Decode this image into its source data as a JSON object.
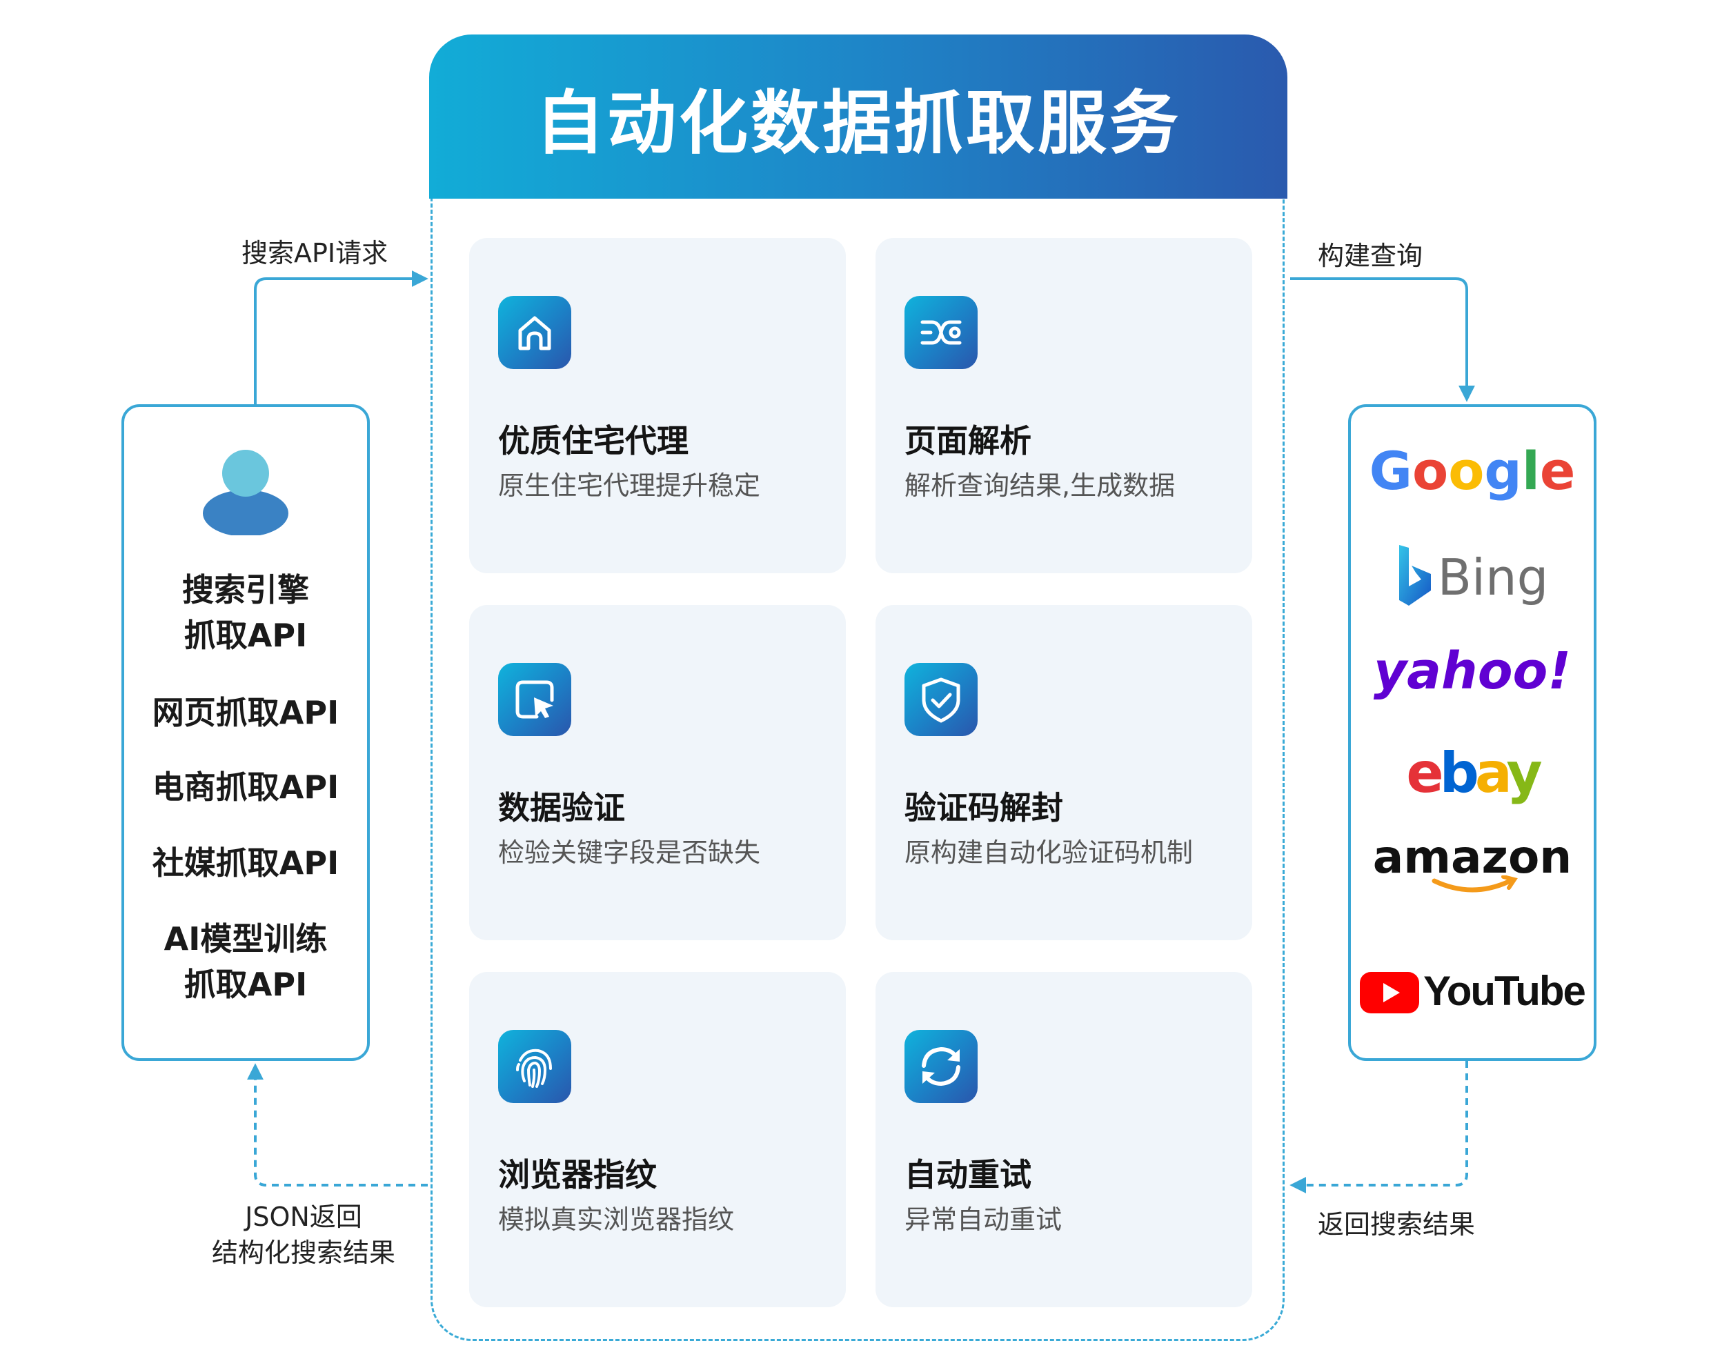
{
  "header": {
    "title": "自动化数据抓取服务"
  },
  "cards": [
    {
      "title": "优质住宅代理",
      "desc": "原生住宅代理提升稳定",
      "icon": "house-icon"
    },
    {
      "title": "页面解析",
      "desc": "解析查询结果,生成数据",
      "icon": "parse-icon"
    },
    {
      "title": "数据验证",
      "desc": "检验关键字段是否缺失",
      "icon": "cursor-select-icon"
    },
    {
      "title": "验证码解封",
      "desc": "原构建自动化验证码机制",
      "icon": "shield-check-icon"
    },
    {
      "title": "浏览器指纹",
      "desc": "模拟真实浏览器指纹",
      "icon": "fingerprint-icon"
    },
    {
      "title": "自动重试",
      "desc": "异常自动重试",
      "icon": "refresh-icon"
    }
  ],
  "left_panel": {
    "icon": "user-icon",
    "items": [
      {
        "line1": "搜索引擎",
        "line2": "抓取API"
      },
      {
        "line1": "网页抓取API"
      },
      {
        "line1": "电商抓取API"
      },
      {
        "line1": "社媒抓取API"
      },
      {
        "line1": "AI模型训练",
        "line2": "抓取API"
      }
    ]
  },
  "right_panel": {
    "logos": [
      "Google",
      "Bing",
      "yahoo!",
      "ebay",
      "amazon",
      "YouTube"
    ]
  },
  "flows": {
    "search_request": "搜索API请求",
    "build_query": "构建查询",
    "return_results": "返回搜索结果",
    "json_return_line1": "JSON返回",
    "json_return_line2": "结构化搜索结果"
  },
  "colors": {
    "accent": "#3aa7d6",
    "header_start": "#12acd7",
    "header_end": "#2a5aae",
    "card_bg": "#f0f5fa"
  }
}
